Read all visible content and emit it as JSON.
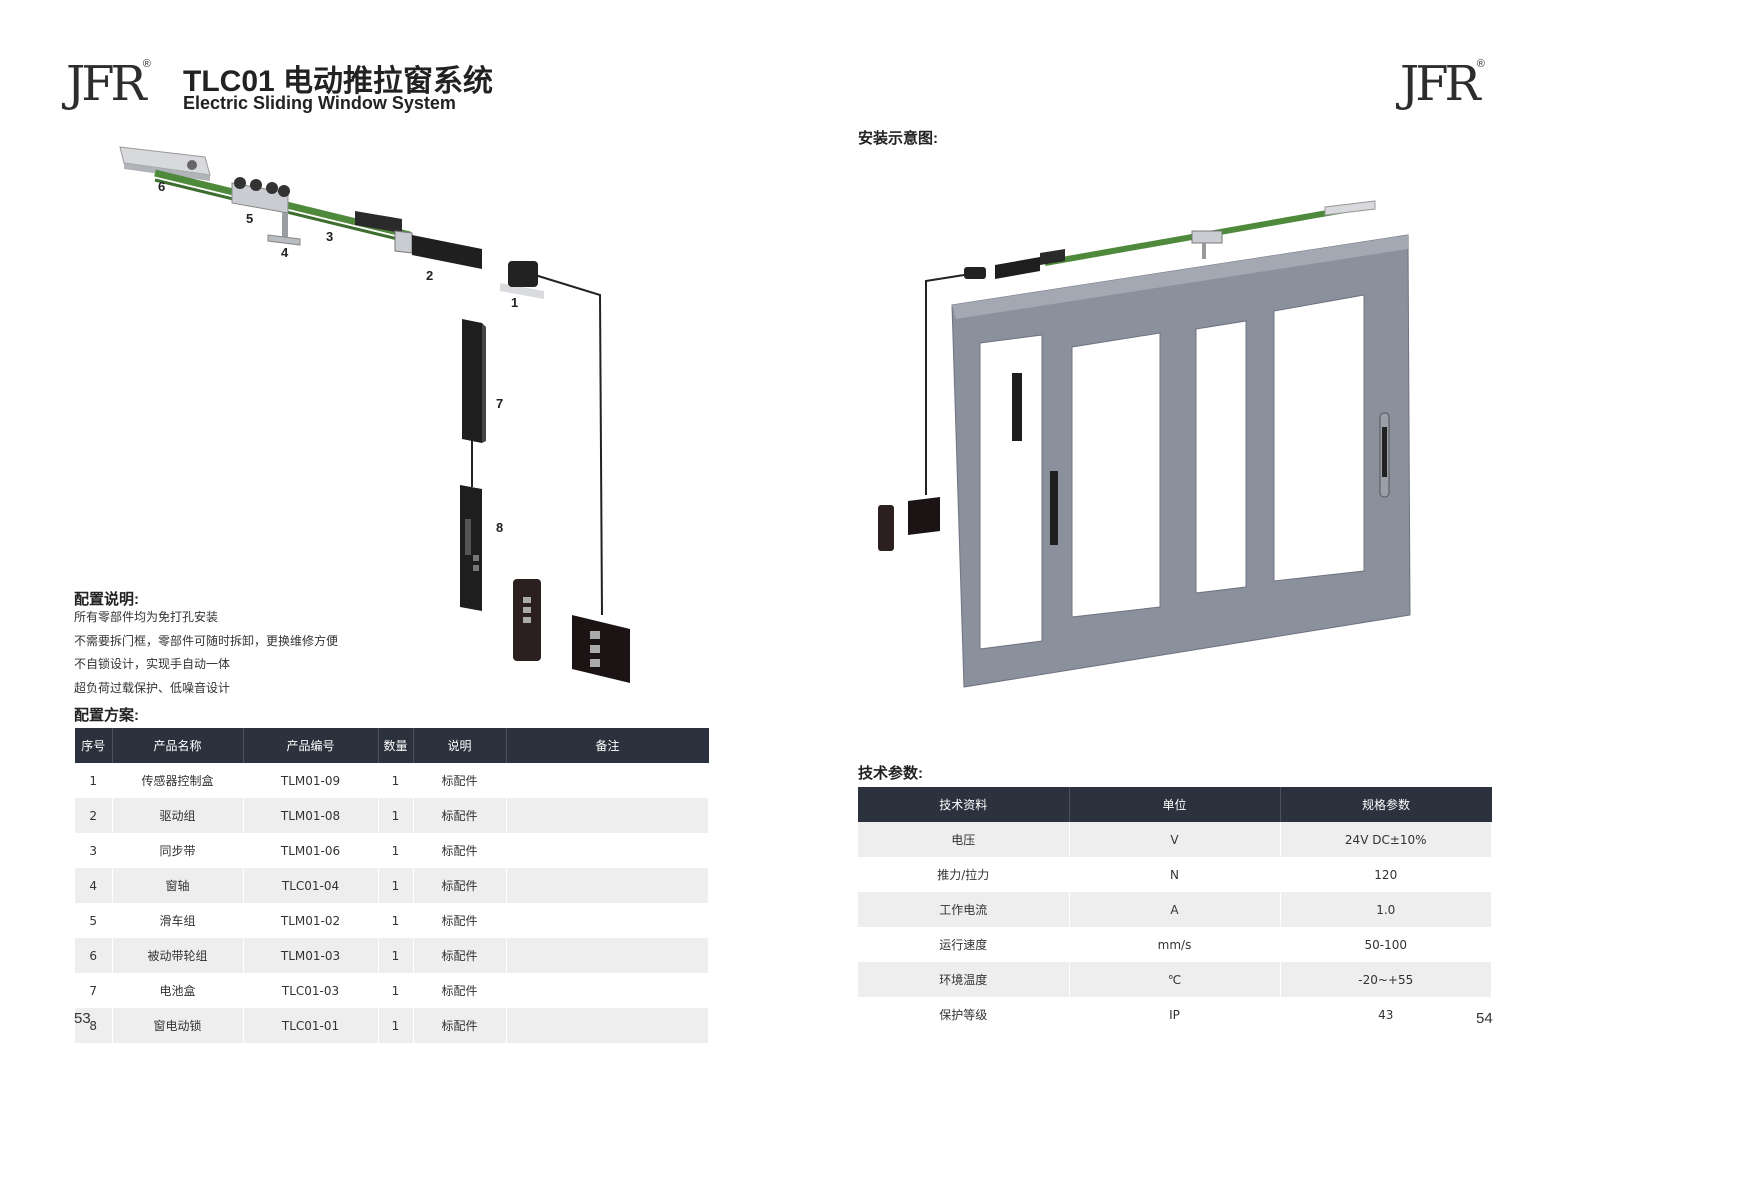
{
  "left": {
    "logo": "JFR",
    "logo_mark": "®",
    "title": "TLC01 电动推拉窗系统",
    "subtitle": "Electric Sliding Window System",
    "callouts": [
      "1",
      "2",
      "3",
      "4",
      "5",
      "6",
      "7",
      "8"
    ],
    "config_title": "配置说明:",
    "config_lines": [
      "所有零部件均为免打孔安装",
      "不需要拆门框，零部件可随时拆卸，更换维修方便",
      "不自锁设计，实现手自动一体",
      "超负荷过载保护、低噪音设计"
    ],
    "plan_title": "配置方案:",
    "table": {
      "headers": [
        "序号",
        "产品名称",
        "产品编号",
        "数量",
        "说明",
        "备注"
      ],
      "rows": [
        [
          "1",
          "传感器控制盒",
          "TLM01-09",
          "1",
          "标配件",
          ""
        ],
        [
          "2",
          "驱动组",
          "TLM01-08",
          "1",
          "标配件",
          ""
        ],
        [
          "3",
          "同步带",
          "TLM01-06",
          "1",
          "标配件",
          ""
        ],
        [
          "4",
          "窗轴",
          "TLC01-04",
          "1",
          "标配件",
          ""
        ],
        [
          "5",
          "滑车组",
          "TLM01-02",
          "1",
          "标配件",
          ""
        ],
        [
          "6",
          "被动带轮组",
          "TLM01-03",
          "1",
          "标配件",
          ""
        ],
        [
          "7",
          "电池盒",
          "TLC01-03",
          "1",
          "标配件",
          ""
        ],
        [
          "8",
          "窗电动锁",
          "TLC01-01",
          "1",
          "标配件",
          ""
        ]
      ]
    },
    "page_number": "53"
  },
  "right": {
    "logo": "JFR",
    "logo_mark": "®",
    "install_title": "安装示意图:",
    "tech_title": "技术参数:",
    "table": {
      "headers": [
        "技术资料",
        "单位",
        "规格参数"
      ],
      "rows": [
        [
          "电压",
          "V",
          "24V DC±10%"
        ],
        [
          "推力/拉力",
          "N",
          "120"
        ],
        [
          "工作电流",
          "A",
          "1.0"
        ],
        [
          "运行速度",
          "mm/s",
          "50-100"
        ],
        [
          "环境温度",
          "℃",
          "-20~+55"
        ],
        [
          "保护等级",
          "IP",
          "43"
        ]
      ]
    },
    "page_number": "54"
  },
  "colors": {
    "table_header": "#2b323e",
    "row_alt": "#eeeeee",
    "belt": "#4f8a3c",
    "frame": "#8a909c"
  }
}
